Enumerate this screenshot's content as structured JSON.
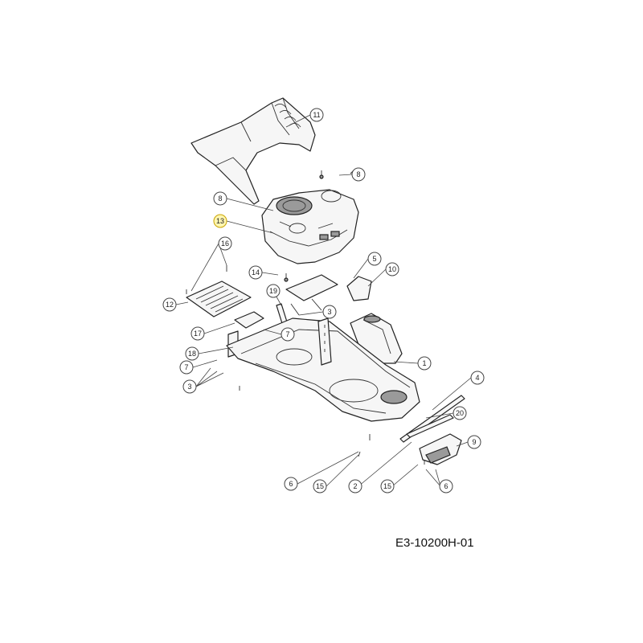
{
  "diagram": {
    "code": "E3-10200H-01",
    "callouts": [
      {
        "id": "c-11",
        "label": "11"
      },
      {
        "id": "c-8a",
        "label": "8"
      },
      {
        "id": "c-8b",
        "label": "8"
      },
      {
        "id": "c-13",
        "label": "13",
        "highlight": true
      },
      {
        "id": "c-16",
        "label": "16"
      },
      {
        "id": "c-14",
        "label": "14"
      },
      {
        "id": "c-5a",
        "label": "5"
      },
      {
        "id": "c-10",
        "label": "10"
      },
      {
        "id": "c-19",
        "label": "19"
      },
      {
        "id": "c-12",
        "label": "12"
      },
      {
        "id": "c-3a",
        "label": "3"
      },
      {
        "id": "c-17",
        "label": "17"
      },
      {
        "id": "c-7a",
        "label": "7"
      },
      {
        "id": "c-18",
        "label": "18"
      },
      {
        "id": "c-7b",
        "label": "7"
      },
      {
        "id": "c-3b",
        "label": "3"
      },
      {
        "id": "c-1",
        "label": "1"
      },
      {
        "id": "c-4",
        "label": "4"
      },
      {
        "id": "c-20",
        "label": "20"
      },
      {
        "id": "c-9",
        "label": "9"
      },
      {
        "id": "c-6a",
        "label": "6"
      },
      {
        "id": "c-15a",
        "label": "15"
      },
      {
        "id": "c-2",
        "label": "2"
      },
      {
        "id": "c-15b",
        "label": "15"
      },
      {
        "id": "c-6b",
        "label": "6"
      }
    ]
  }
}
